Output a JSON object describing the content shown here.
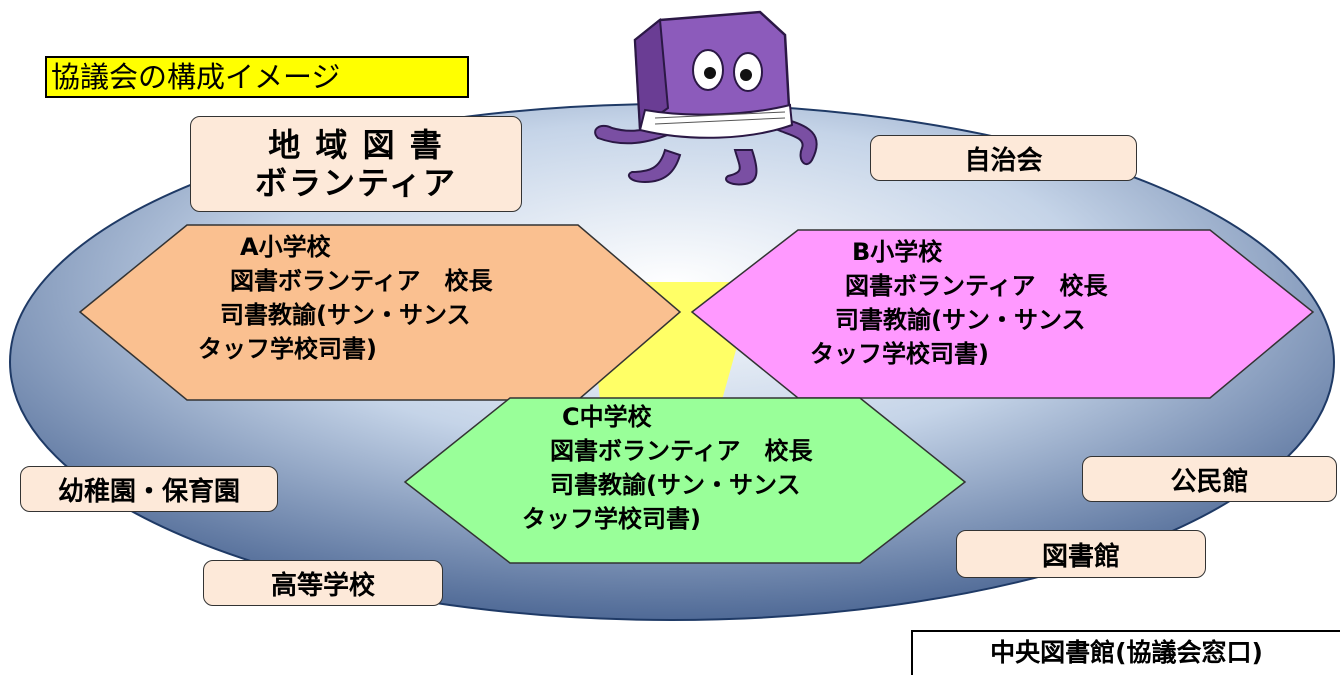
{
  "title": "協議会の構成イメージ",
  "participants": {
    "volunteer": [
      "地 域 図 書",
      "ボランティア"
    ],
    "neighborhood": "自治会",
    "kindergarten": "幼稚園・保育園",
    "high_school": "高等学校",
    "community_center": "公民館",
    "library": "図書館"
  },
  "schools": [
    {
      "name": "A小学校",
      "lines": [
        "図書ボランティア　校長",
        "司書教諭(サン・サンス",
        "タッフ学校司書)"
      ]
    },
    {
      "name": "B小学校",
      "lines": [
        "図書ボランティア　校長",
        "司書教諭(サン・サンス",
        "タッフ学校司書)"
      ]
    },
    {
      "name": "C中学校",
      "lines": [
        "図書ボランティア　校長",
        "司書教諭(サン・サンス",
        "タッフ学校司書)"
      ]
    }
  ],
  "footer": "中央図書館(協議会窓口)",
  "colors": {
    "school_a": "#fac090",
    "school_b": "#ff99ff",
    "school_c": "#99ff99",
    "center": "#ffff66",
    "title_bg": "#ffff00",
    "box_bg": "#fde9d9",
    "mascot": "#7a4fa3"
  }
}
